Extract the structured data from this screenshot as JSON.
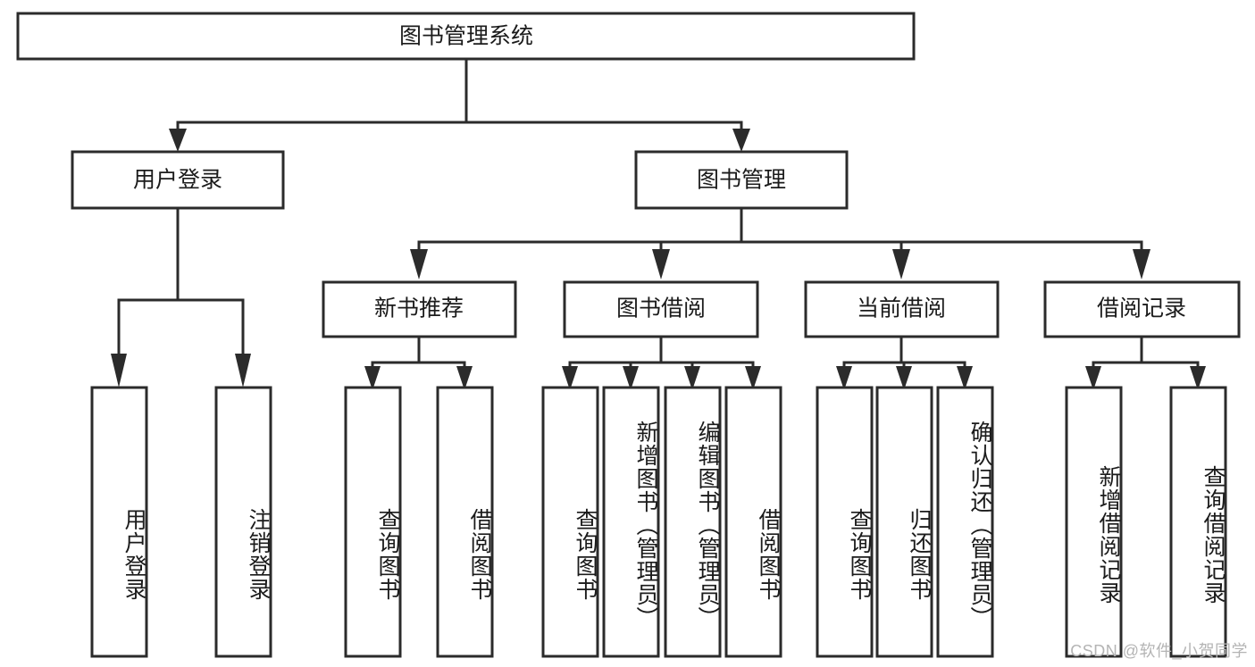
{
  "diagram": {
    "type": "tree-hierarchy",
    "orientation": "top-down",
    "root": {
      "id": "root",
      "label": "图书管理系统"
    },
    "level2": [
      {
        "id": "user-login",
        "label": "用户登录"
      },
      {
        "id": "book-management",
        "label": "图书管理"
      }
    ],
    "level3": [
      {
        "id": "new-book-recommend",
        "label": "新书推荐",
        "parent": "book-management"
      },
      {
        "id": "book-borrow",
        "label": "图书借阅",
        "parent": "book-management"
      },
      {
        "id": "current-borrow",
        "label": "当前借阅",
        "parent": "book-management"
      },
      {
        "id": "borrow-record",
        "label": "借阅记录",
        "parent": "book-management"
      }
    ],
    "leaves": {
      "user-login": [
        {
          "id": "leaf-user-login",
          "label": "用户登录"
        },
        {
          "id": "leaf-logout-login",
          "label": "注销登录"
        }
      ],
      "new-book-recommend": [
        {
          "id": "leaf-query-book-1",
          "label": "查询图书"
        },
        {
          "id": "leaf-borrow-book-1",
          "label": "借阅图书"
        }
      ],
      "book-borrow": [
        {
          "id": "leaf-query-book-2",
          "label": "查询图书"
        },
        {
          "id": "leaf-add-book",
          "label": "新增图书（管理员）"
        },
        {
          "id": "leaf-edit-book",
          "label": "编辑图书（管理员）"
        },
        {
          "id": "leaf-borrow-book-2",
          "label": "借阅图书"
        }
      ],
      "current-borrow": [
        {
          "id": "leaf-query-book-3",
          "label": "查询图书"
        },
        {
          "id": "leaf-return-book",
          "label": "归还图书"
        },
        {
          "id": "leaf-confirm-return",
          "label": "确认归还（管理员）"
        }
      ],
      "borrow-record": [
        {
          "id": "leaf-add-record",
          "label": "新增借阅记录"
        },
        {
          "id": "leaf-query-record",
          "label": "查询借阅记录"
        }
      ]
    }
  },
  "watermark": {
    "text": "CSDN @软件_小贺同学"
  },
  "colors": {
    "stroke": "#2b2b2b",
    "fill": "#ffffff",
    "text": "#1b1b1b",
    "watermark": "#b4b4b4"
  }
}
